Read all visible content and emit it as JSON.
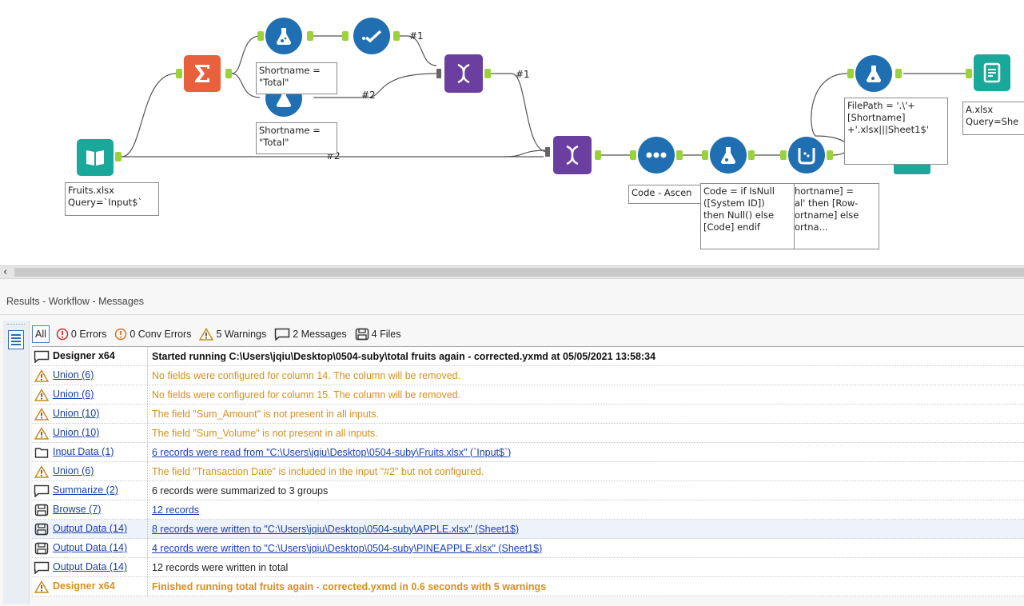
{
  "canvas": {
    "wire_labels": {
      "top_1": "#1",
      "mid_1": "#1",
      "mid_2": "#2",
      "low_2": "#2"
    },
    "annotations": {
      "input": "Fruits.xlsx\nQuery=`Input$`",
      "formula_top": "Shortname =\n\"Total\"",
      "formula_top2": "Shortname =\n\"Total\"",
      "sort": "Code - Ascen",
      "formula_code": "Code = if IsNull\n([System ID])\nthen Null() else\n[Code] endif",
      "multirow": "hortname] =\nal' then [Row-\nortname] else\nortna...",
      "formula_path": "FilePath = '.\\'+\n[Shortname]\n+'.xlsx|||Sheet1$'",
      "output": "A.xlsx\nQuery=She"
    },
    "colors": {
      "input": "#1aa89b",
      "summarize": "#e8603c",
      "formula": "#1f6fb2",
      "union": "#6b3fa0",
      "output": "#1aa89b",
      "anchor": "#9bd23c"
    }
  },
  "results": {
    "title": "Results - Workflow - Messages",
    "filters": [
      {
        "label": "All",
        "icon": "none",
        "selected": true
      },
      {
        "label": "0 Errors",
        "icon": "error-icon"
      },
      {
        "label": "0 Conv Errors",
        "icon": "conv-error-icon"
      },
      {
        "label": "5 Warnings",
        "icon": "warning-icon"
      },
      {
        "label": "2 Messages",
        "icon": "message-icon"
      },
      {
        "label": "4 Files",
        "icon": "file-icon"
      }
    ],
    "rows": [
      {
        "icon": "message",
        "tool": "Designer x64",
        "tool_style": "bold",
        "message": "Started running C:\\Users\\jqiu\\Desktop\\0504-suby\\total fruits again - corrected.yxmd at 05/05/2021 13:58:34",
        "msg_style": "bold"
      },
      {
        "icon": "warning",
        "tool": "Union (6)",
        "tool_style": "lnk",
        "message": "No fields were configured for column 14.  The column will be removed.",
        "msg_style": "warn"
      },
      {
        "icon": "warning",
        "tool": "Union (6)",
        "tool_style": "lnk",
        "message": "No fields were configured for column 15.  The column will be removed.",
        "msg_style": "warn"
      },
      {
        "icon": "warning",
        "tool": "Union (10)",
        "tool_style": "lnk",
        "message": "The field \"Sum_Amount\" is not present in all inputs.",
        "msg_style": "warn"
      },
      {
        "icon": "warning",
        "tool": "Union (10)",
        "tool_style": "lnk",
        "message": "The field \"Sum_Volume\" is not present in all inputs.",
        "msg_style": "warn"
      },
      {
        "icon": "folder",
        "tool": "Input Data (1)",
        "tool_style": "lnk",
        "message": "6 records were read from \"C:\\Users\\jqiu\\Desktop\\0504-suby\\Fruits.xlsx\" (`Input$`)",
        "msg_style": "lnkmsg"
      },
      {
        "icon": "warning",
        "tool": "Union (6)",
        "tool_style": "lnk",
        "message": "The field \"Transaction Date\" is included in the input \"#2\" but not configured.",
        "msg_style": "warn"
      },
      {
        "icon": "message",
        "tool": "Summarize (2)",
        "tool_style": "lnk",
        "message": "6 records were summarized to 3 groups",
        "msg_style": "plain"
      },
      {
        "icon": "file",
        "tool": "Browse (7)",
        "tool_style": "lnk",
        "message": "12 records",
        "msg_style": "lnkmsg"
      },
      {
        "icon": "file",
        "tool": "Output Data (14)",
        "tool_style": "lnk",
        "message": "8 records were written to \"C:\\Users\\jqiu\\Desktop\\0504-suby\\APPLE.xlsx\" (Sheet1$)",
        "msg_style": "lnkmsg",
        "highlight": true
      },
      {
        "icon": "file",
        "tool": "Output Data (14)",
        "tool_style": "lnk",
        "message": "4 records were written to \"C:\\Users\\jqiu\\Desktop\\0504-suby\\PINEAPPLE.xlsx\" (Sheet1$)",
        "msg_style": "lnkmsg"
      },
      {
        "icon": "message",
        "tool": "Output Data (14)",
        "tool_style": "lnk",
        "message": "12 records were written in total",
        "msg_style": "plain"
      },
      {
        "icon": "warning",
        "tool": "Designer x64",
        "tool_style": "warn-b",
        "message": "Finished running total fruits again - corrected.yxmd in 0.6 seconds with 5 warnings",
        "msg_style": "warn-b"
      }
    ]
  },
  "scrollbar": {
    "left_arrow": "‹"
  }
}
